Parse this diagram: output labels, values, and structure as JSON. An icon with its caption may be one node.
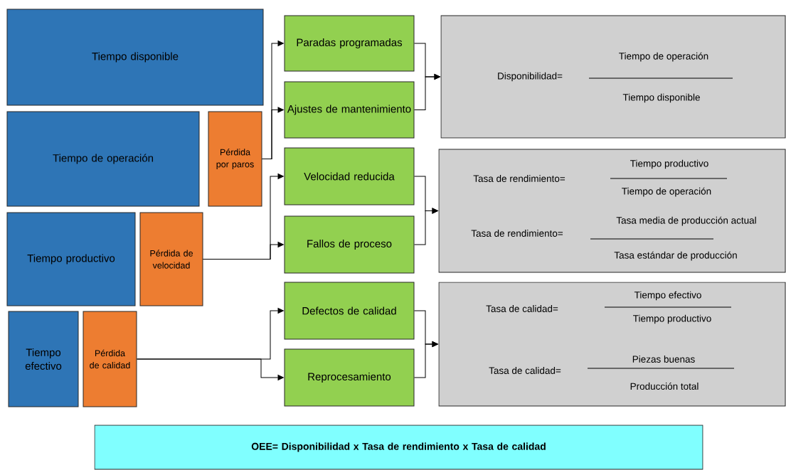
{
  "diagram": {
    "nodes": [
      {
        "text": [
          "Tiempo disponible"
        ]
      },
      {
        "text": [
          "Tiempo de operación"
        ]
      },
      {
        "text": [
          "Pérdida por paros"
        ]
      },
      {
        "text": [
          "Tiempo productivo"
        ]
      },
      {
        "text": [
          "Pérdida de velocidad"
        ]
      },
      {
        "text": [
          "Tiempo efectivo"
        ]
      },
      {
        "text": [
          "Pérdida de calidad"
        ]
      },
      {
        "text": [
          "Paradas programadas"
        ]
      },
      {
        "text": [
          "Ajustes de mantenimiento"
        ]
      },
      {
        "text": [
          "Velocidad reducida"
        ]
      },
      {
        "text": [
          "Fallos de proceso"
        ]
      },
      {
        "text": [
          "Defectos de calidad"
        ]
      },
      {
        "text": [
          "Reprocesamiento"
        ]
      },
      {
        "text": [
          "Disponibilidad=",
          "Tiempo de operación",
          "Tiempo disponible"
        ]
      },
      {
        "text": [
          "Tasa de rendimiento=",
          "Tiempo productivo",
          "Tiempo de operación",
          "Tasa de rendimiento=",
          "Tasa media de producción actual",
          "Tasa estándar de producción"
        ]
      },
      {
        "text": [
          "Tasa de calidad=",
          "Tiempo efectivo",
          "Tiempo productivo",
          "Tasa de calidad=",
          "Piezas buenas",
          "Producción total"
        ]
      },
      {
        "text": [
          "OEE= Disponibilidad x Tasa de rendimiento x Tasa de calidad"
        ]
      }
    ],
    "edges": [
      {
        "from": 2,
        "to": 7,
        "arrow": "to"
      },
      {
        "from": 2,
        "to": 8,
        "arrow": "to"
      },
      {
        "from": 4,
        "to": 9,
        "arrow": "to"
      },
      {
        "from": 4,
        "to": 10,
        "arrow": "to"
      },
      {
        "from": 6,
        "to": 11,
        "arrow": "to"
      },
      {
        "from": 6,
        "to": 12,
        "arrow": "to"
      },
      {
        "from": 7,
        "to": 13,
        "arrow": "to"
      },
      {
        "from": 8,
        "to": 13,
        "arrow": "to"
      },
      {
        "from": 9,
        "to": 14,
        "arrow": "to"
      },
      {
        "from": 10,
        "to": 14,
        "arrow": "to"
      },
      {
        "from": 11,
        "to": 15,
        "arrow": "to"
      },
      {
        "from": 12,
        "to": 15,
        "arrow": "to"
      }
    ]
  }
}
